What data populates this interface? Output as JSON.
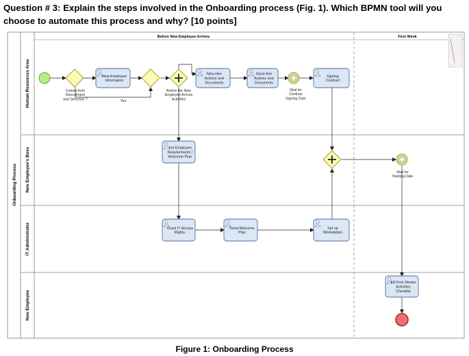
{
  "question": {
    "line1": "Question # 3: Explain the steps involved in the Onboarding process (Fig. 1). Which BPMN tool will you",
    "line2": "choose to automate this process and why? [10 points]"
  },
  "pool": {
    "label": "Onboarding Process"
  },
  "lanes": [
    {
      "id": "hr",
      "label": "Human Resources Area"
    },
    {
      "id": "boss",
      "label": "New Employee's Boss"
    },
    {
      "id": "it",
      "label": "IT Administrator"
    },
    {
      "id": "emp",
      "label": "New Employee"
    }
  ],
  "phases": [
    {
      "id": "before",
      "label": "Before New Employee Arrives"
    },
    {
      "id": "first",
      "label": "First Week"
    }
  ],
  "tasks": [
    {
      "id": "t1",
      "lines": [
        "New Employee",
        "Information"
      ]
    },
    {
      "id": "t2",
      "lines": [
        "New Hire",
        "Actions and",
        "Documents"
      ]
    },
    {
      "id": "t3",
      "lines": [
        "Send Hire",
        "Actions and",
        "Documents"
      ]
    },
    {
      "id": "t4",
      "lines": [
        "Signing",
        "Contract"
      ]
    },
    {
      "id": "t5",
      "lines": [
        "Set Employee",
        "Requirements /",
        "Welcome Plan"
      ]
    },
    {
      "id": "t6",
      "lines": [
        "Grant IT Access",
        "Rights."
      ]
    },
    {
      "id": "t7",
      "lines": [
        "Send Welcome",
        "Plan"
      ]
    },
    {
      "id": "t8",
      "lines": [
        "Set up",
        "Workstation"
      ]
    },
    {
      "id": "t9",
      "lines": [
        "Fill First Weeks",
        "Activities",
        "Checklist"
      ]
    }
  ],
  "labels": {
    "gw1": [
      "Comes from",
      "Recruitment",
      "and Selection ?"
    ],
    "yes": [
      "Yes"
    ],
    "gw3": [
      "Before the New",
      "Employee Arrives",
      "Activities"
    ],
    "ev1": [
      "Wait for",
      "Contract",
      "Signing Date"
    ],
    "ev2": [
      "Wait for",
      "Starting Date"
    ]
  },
  "caption": "Figure 1: Onboarding Process",
  "colors": {
    "task_fill": "#dbe7f6",
    "task_stroke": "#4f6e96",
    "gateway_fill": "#fbfbb4",
    "gateway_stroke": "#9a9a2c",
    "start_fill": "#b6ec86",
    "start_stroke": "#5e9c33",
    "end_fill": "#ef6f6f",
    "end_stroke": "#a33030",
    "intermediate_fill": "#f4f4c6",
    "intermediate_stroke": "#8a8a2c",
    "lane_stroke": "#808080",
    "flow": "#222222"
  },
  "icons": {
    "task": "user-task-icon",
    "start": "start-event-icon",
    "end": "end-event-icon",
    "timer": "timer-event-icon",
    "exclusive": "exclusive-gateway-icon",
    "parallel": "parallel-gateway-icon"
  }
}
